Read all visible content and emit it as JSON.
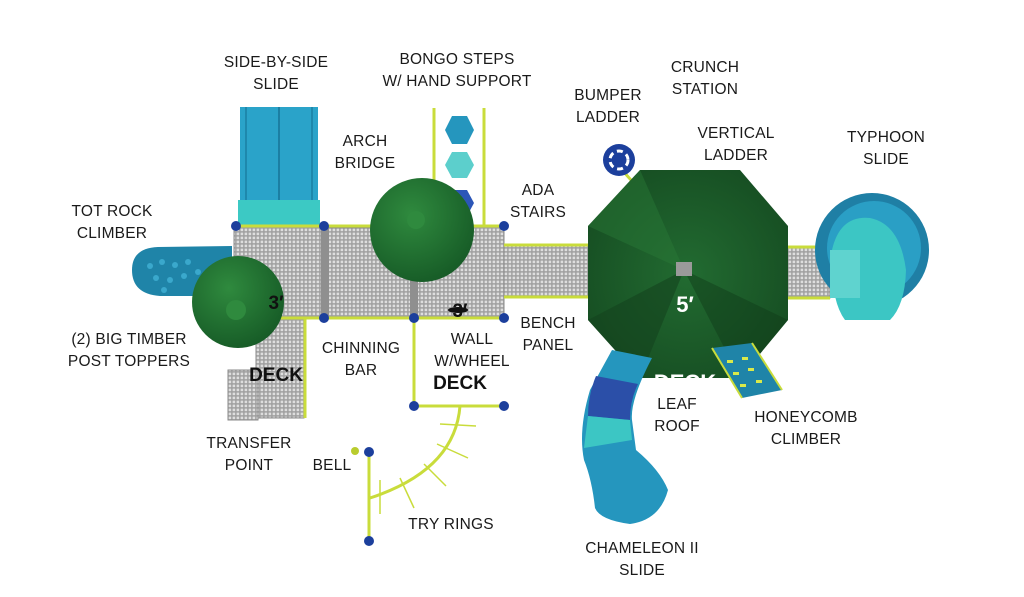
{
  "diagram": {
    "title": "Playground layout plan",
    "colors": {
      "deck": "#a9a9a9",
      "deck_grid": "#d9d9d9",
      "frame": "#c9dc3b",
      "post": "#1c3f9c",
      "tree": "#1f6b30",
      "tree_dark": "#174f24",
      "slide_blue": "#2596be",
      "slide_teal": "#3cc6c4",
      "slide_navy": "#2b4fa8"
    },
    "decks": [
      {
        "id": "deck-left",
        "height": "3′",
        "label": "DECK"
      },
      {
        "id": "deck-middle",
        "height": "3′",
        "label": "DECK"
      },
      {
        "id": "deck-main",
        "height": "5′",
        "label": "DECK"
      }
    ],
    "labels": [
      {
        "id": "side-by-side-slide",
        "text": "SIDE-BY-SIDE\nSLIDE"
      },
      {
        "id": "bongo-steps",
        "text": "BONGO STEPS\nW/ HAND SUPPORT"
      },
      {
        "id": "crunch-station",
        "text": "CRUNCH\nSTATION"
      },
      {
        "id": "bumper-ladder",
        "text": "BUMPER\nLADDER"
      },
      {
        "id": "arch-bridge",
        "text": "ARCH\nBRIDGE"
      },
      {
        "id": "vertical-ladder",
        "text": "VERTICAL\nLADDER"
      },
      {
        "id": "typhoon-slide",
        "text": "TYPHOON\nSLIDE"
      },
      {
        "id": "tot-rock-climber",
        "text": "TOT ROCK\nCLIMBER"
      },
      {
        "id": "ada-stairs",
        "text": "ADA\nSTAIRS"
      },
      {
        "id": "big-timber-post-toppers",
        "text": "(2) BIG TIMBER\nPOST TOPPERS"
      },
      {
        "id": "chinning-bar",
        "text": "CHINNING\nBAR"
      },
      {
        "id": "wall-wheel",
        "text": "WALL\nW/WHEEL"
      },
      {
        "id": "bench-panel",
        "text": "BENCH\nPANEL"
      },
      {
        "id": "transfer-point",
        "text": "TRANSFER\nPOINT"
      },
      {
        "id": "bell",
        "text": "BELL"
      },
      {
        "id": "try-rings",
        "text": "TRY RINGS"
      },
      {
        "id": "leaf-roof",
        "text": "LEAF\nROOF"
      },
      {
        "id": "honeycomb-climber",
        "text": "HONEYCOMB\nCLIMBER"
      },
      {
        "id": "chameleon-slide",
        "text": "CHAMELEON II\nSLIDE"
      }
    ]
  }
}
